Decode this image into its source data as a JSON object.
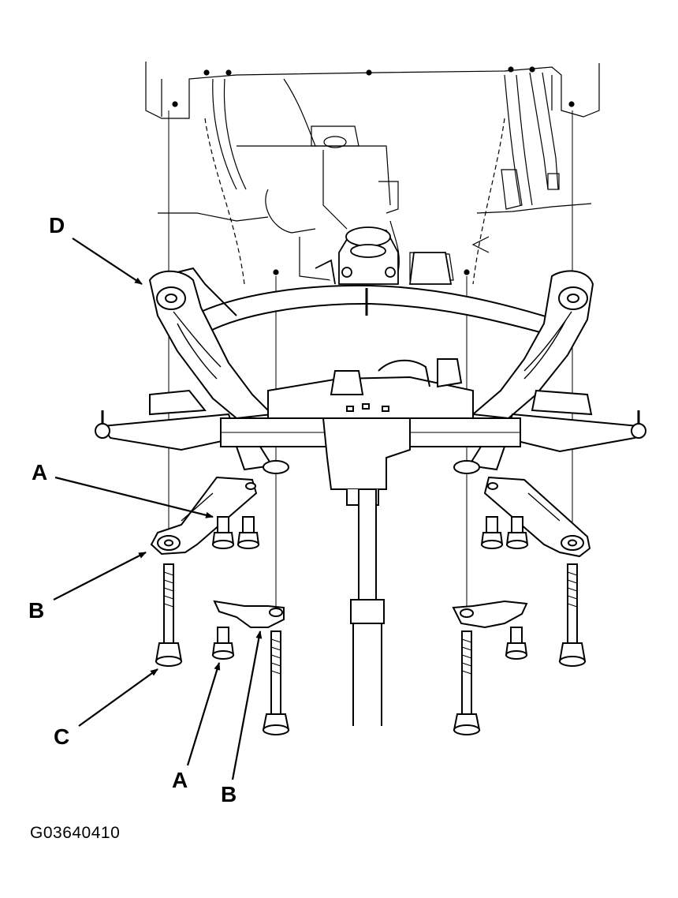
{
  "figure": {
    "code": "G03640410",
    "colors": {
      "ink": "#000000",
      "paper": "#ffffff",
      "fill": "#ffffff"
    }
  },
  "callouts": {
    "D": "D",
    "A_top": "A",
    "B_left": "B",
    "C": "C",
    "A_bottom": "A",
    "B_bottom": "B"
  }
}
